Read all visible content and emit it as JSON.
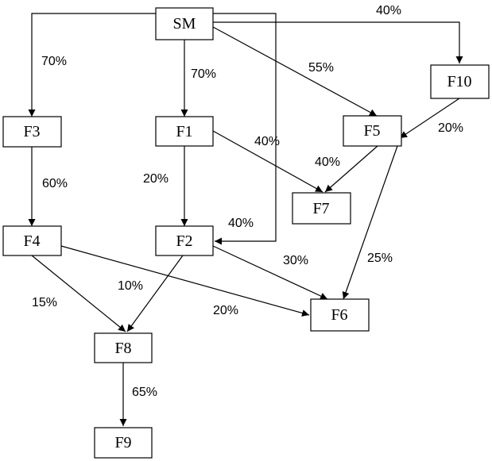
{
  "diagram": {
    "nodes": {
      "sm": {
        "label": "SM"
      },
      "f10": {
        "label": "F10"
      },
      "f3": {
        "label": "F3"
      },
      "f1": {
        "label": "F1"
      },
      "f5": {
        "label": "F5"
      },
      "f7": {
        "label": "F7"
      },
      "f4": {
        "label": "F4"
      },
      "f2": {
        "label": "F2"
      },
      "f6": {
        "label": "F6"
      },
      "f8": {
        "label": "F8"
      },
      "f9": {
        "label": "F9"
      }
    },
    "edges": {
      "sm_f3": {
        "from": "SM",
        "to": "F3",
        "label": "70%"
      },
      "sm_f1": {
        "from": "SM",
        "to": "F1",
        "label": "70%"
      },
      "sm_f5": {
        "from": "SM",
        "to": "F5",
        "label": "55%"
      },
      "sm_f10": {
        "from": "SM",
        "to": "F10",
        "label": "40%"
      },
      "sm_f2": {
        "from": "SM",
        "to": "F2",
        "label": "40%"
      },
      "f10_f5": {
        "from": "F10",
        "to": "F5",
        "label": "20%"
      },
      "f1_f7": {
        "from": "F1",
        "to": "F7",
        "label": "40%"
      },
      "f1_f2": {
        "from": "F1",
        "to": "F2",
        "label": "20%"
      },
      "f5_f7": {
        "from": "F5",
        "to": "F7",
        "label": "40%"
      },
      "f5_f6": {
        "from": "F5",
        "to": "F6",
        "label": "25%"
      },
      "f3_f4": {
        "from": "F3",
        "to": "F4",
        "label": "60%"
      },
      "f4_f8": {
        "from": "F4",
        "to": "F8",
        "label": "15%"
      },
      "f4_f6": {
        "from": "F4",
        "to": "F6",
        "label": "20%"
      },
      "f2_f8": {
        "from": "F2",
        "to": "F8",
        "label": "10%"
      },
      "f2_f6": {
        "from": "F2",
        "to": "F6",
        "label": "30%"
      },
      "f8_f9": {
        "from": "F8",
        "to": "F9",
        "label": "65%"
      }
    }
  }
}
